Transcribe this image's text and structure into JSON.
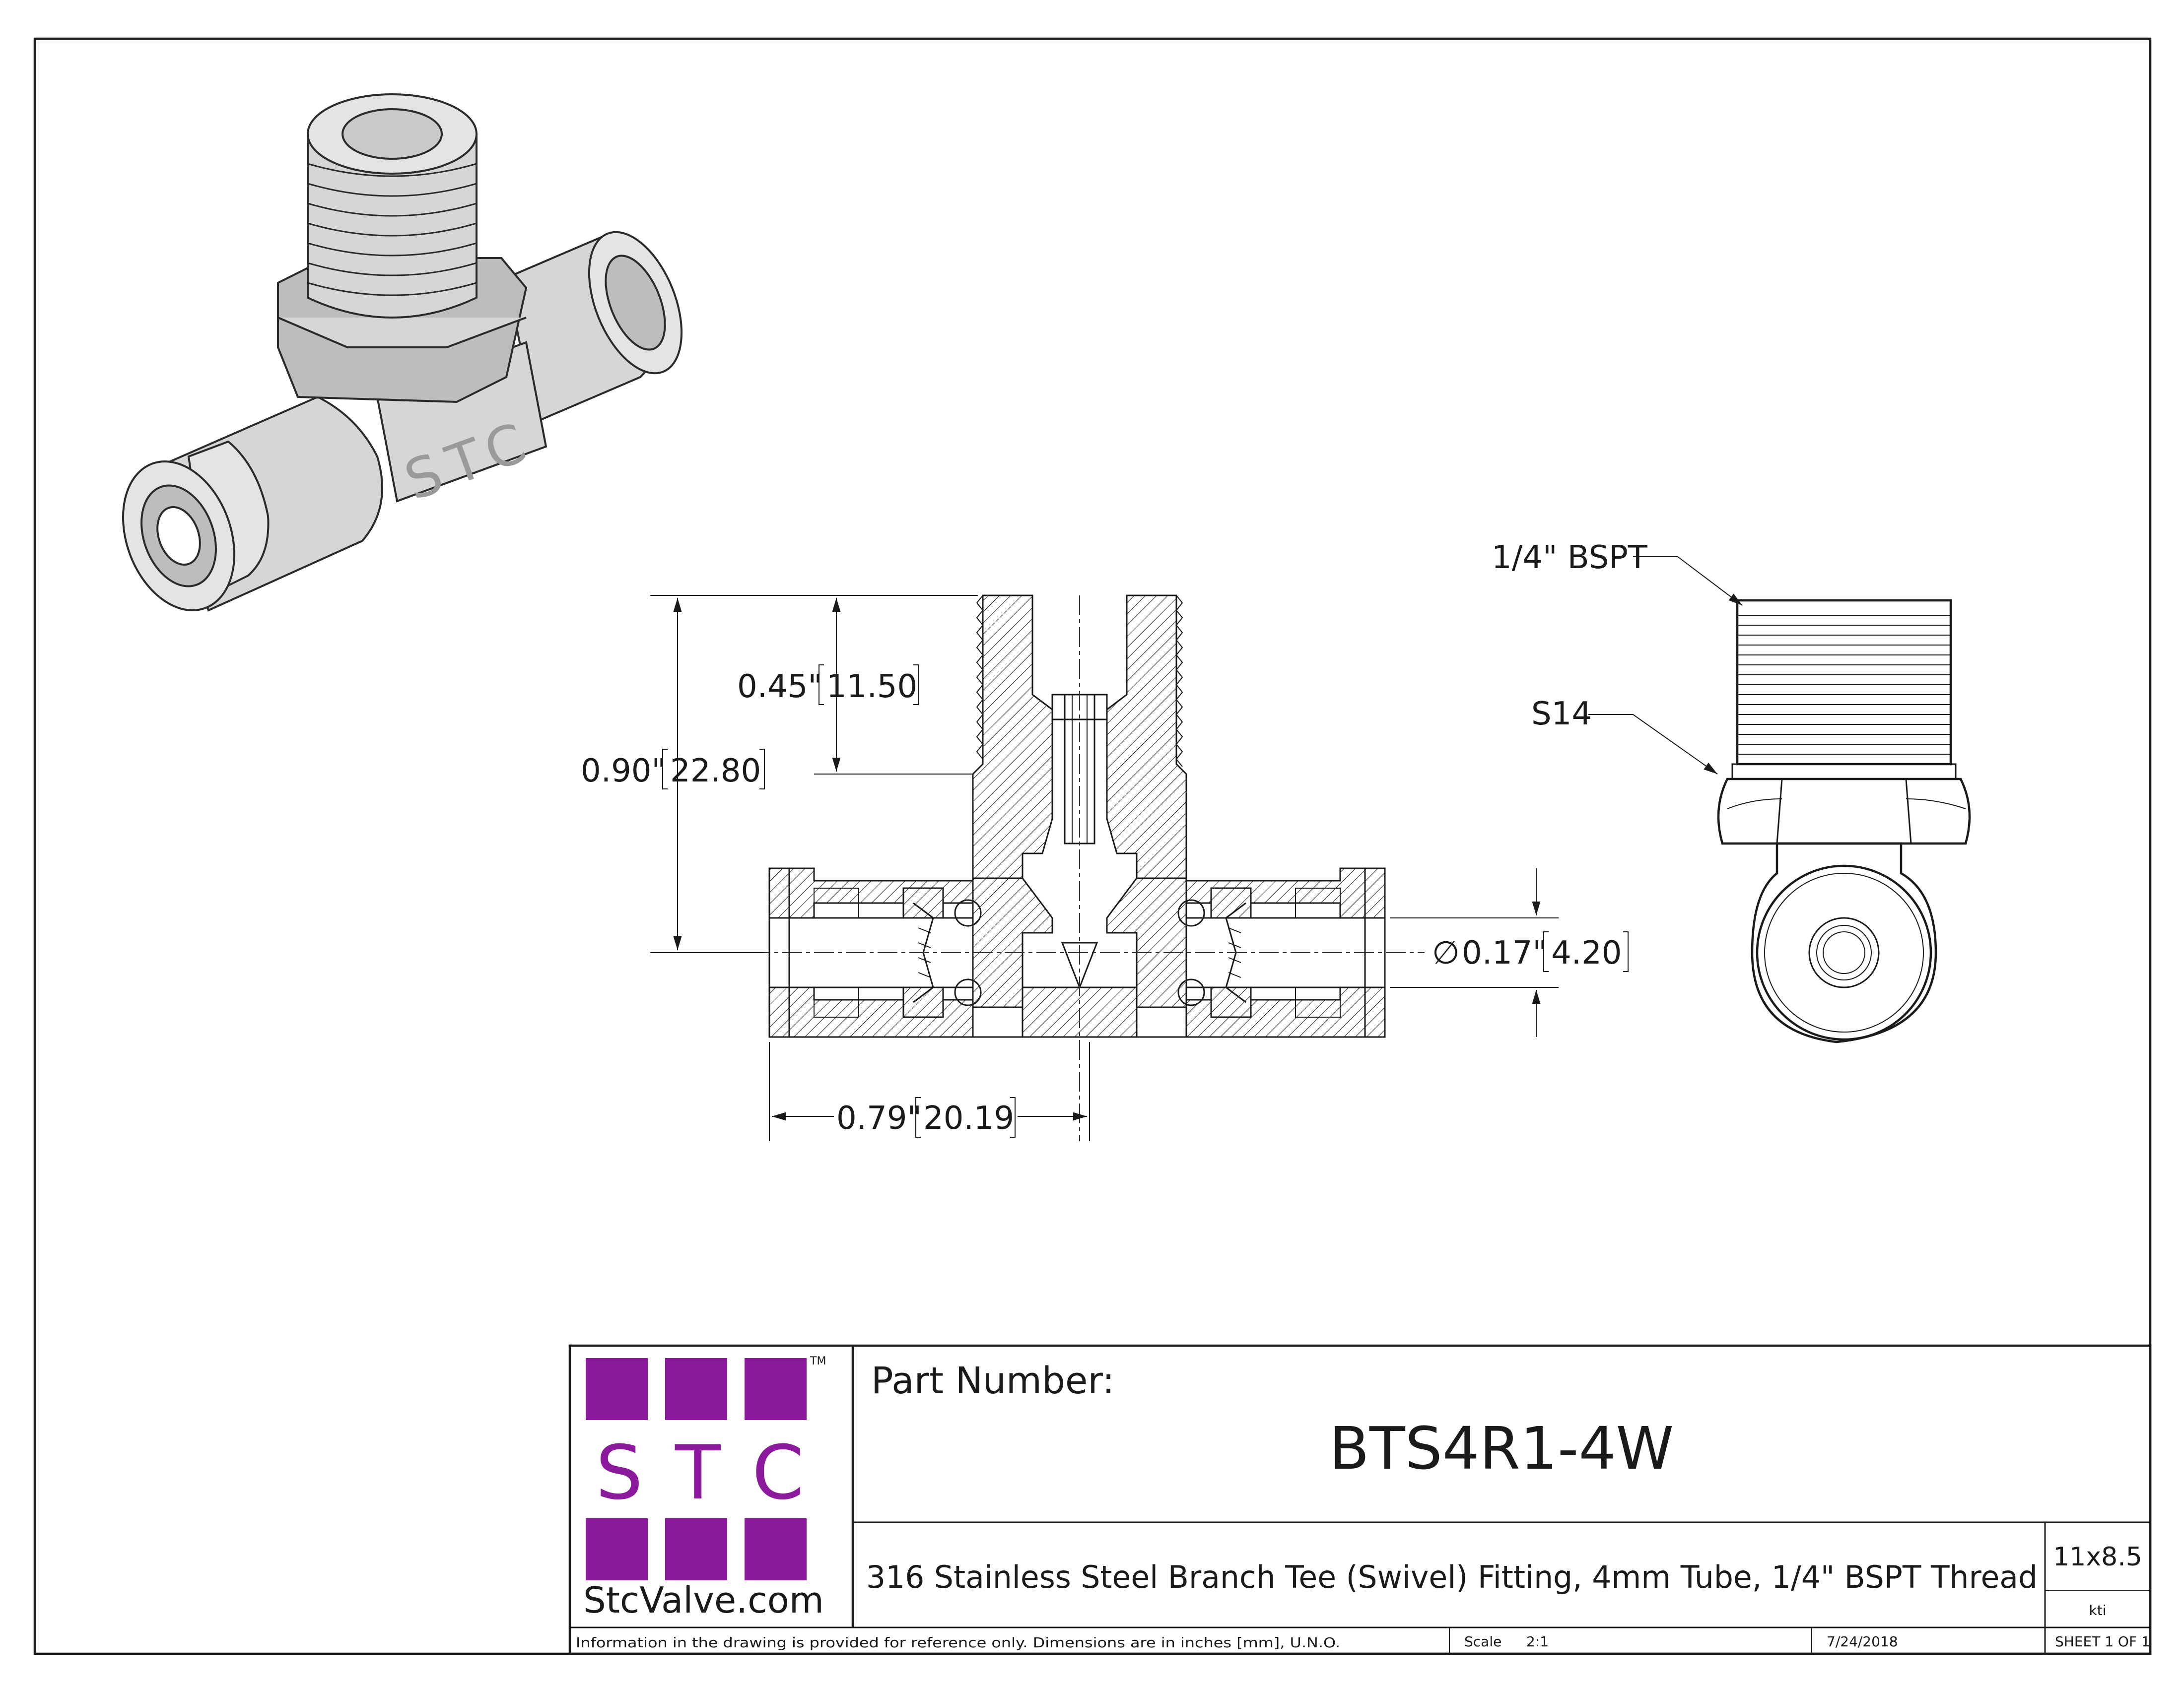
{
  "views": {
    "iso": {
      "marking": "STC"
    },
    "section": {
      "dims": {
        "overall_height_in": "0.90\"",
        "overall_height_mm": "22.80",
        "thread_depth_in": "0.45\"",
        "thread_depth_mm": "11.50",
        "bore_dia_symbol": "∅",
        "bore_dia_in": "0.17\"",
        "bore_dia_mm": "4.20",
        "half_length_in": "0.79\"",
        "half_length_mm": "20.19"
      }
    },
    "side": {
      "callout_thread": "1/4\" BSPT",
      "callout_hex": "S14"
    }
  },
  "title_block": {
    "logo": {
      "letters": [
        "S",
        "T",
        "C"
      ],
      "tm": "TM",
      "website": "StcValve.com",
      "color": "#8b1a9c"
    },
    "part_number_label": "Part Number:",
    "part_number": "BTS4R1-4W",
    "description": "316 Stainless Steel Branch Tee (Swivel) Fitting, 4mm Tube, 1/4\" BSPT Thread",
    "size": "11x8.5",
    "drawn_by": "kti",
    "note": "Information in the drawing is provided for reference only. Dimensions are in inches [mm], U.N.O.",
    "scale_label": "Scale",
    "scale": "2:1",
    "date": "7/24/2018",
    "sheet": "SHEET 1 OF 1"
  }
}
